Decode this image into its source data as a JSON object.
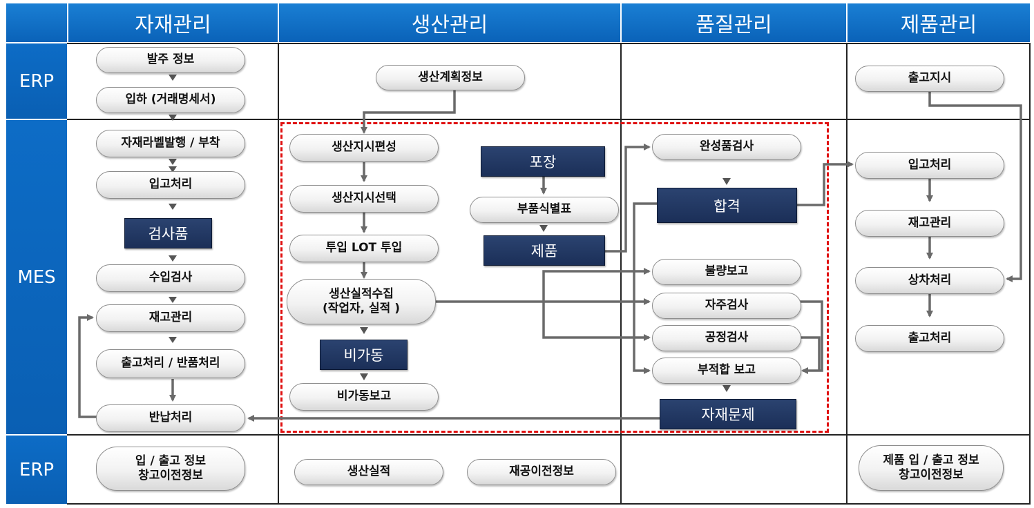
{
  "headers": {
    "corner": "",
    "material": "자재관리",
    "production": "생산관리",
    "quality": "품질관리",
    "product": "제품관리"
  },
  "rows": {
    "erp_top": "ERP",
    "mes": "MES",
    "erp_bottom": "ERP"
  },
  "material": {
    "order_info": "발주 정보",
    "arrival": "입하 (거래명세서)",
    "label_print": "자재라벨발행 / 부착",
    "receiving": "입고처리",
    "inspection_item": "검사품",
    "incoming_inspection": "수입검사",
    "inventory": "재고관리",
    "shipping_return": "출고처리 / 반품처리",
    "return_delivery": "반납처리",
    "erp_io": "입 / 출고 정보\n창고이전정보"
  },
  "production": {
    "plan_info": "생산계획정보",
    "order_compose": "생산지시편성",
    "order_select": "생산지시선택",
    "lot_input": "투입  LOT 투입",
    "result_collect": "생산실적수집\n(작업자, 실적 )",
    "downtime": "비가동",
    "downtime_report": "비가동보고",
    "packaging": "포장",
    "part_label": "부품식별표",
    "product": "제품",
    "erp_result": "생산실적",
    "erp_wip": "재공이전정보"
  },
  "quality": {
    "final_inspection": "완성품검사",
    "pass": "합격",
    "defect_report": "불량보고",
    "self_inspection": "자주검사",
    "process_inspection": "공정검사",
    "nonconform_report": "부적합 보고",
    "material_issue": "자재문제"
  },
  "product": {
    "shipping_order": "출고지시",
    "receiving": "입고처리",
    "inventory": "재고관리",
    "loading": "상차처리",
    "shipping": "출고처리",
    "erp_io": "제품 입 / 출고 정보\n창고이전정보"
  },
  "colors": {
    "header_blue": "#0a62b8",
    "dark_box": "#1b2f58",
    "dashed_red": "#e01010",
    "arrow": "#6a6a6a"
  }
}
